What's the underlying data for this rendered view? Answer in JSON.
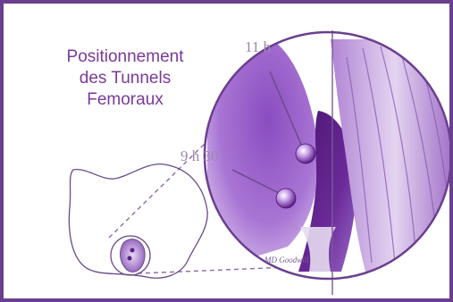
{
  "title": {
    "line1": "Positionnement",
    "line2": "des Tunnels",
    "line3": "Femoraux"
  },
  "labels": {
    "upper_position": "11 h",
    "lower_position": "9 h 30"
  },
  "signature": "MD Goodwill",
  "colors": {
    "border": "#6b3f8f",
    "title": "#7a3a9a",
    "purple_light": "#c8a8e0",
    "purple_mid": "#9a5ccb",
    "purple_dark": "#5a1f85",
    "outline": "#6a4a86"
  }
}
